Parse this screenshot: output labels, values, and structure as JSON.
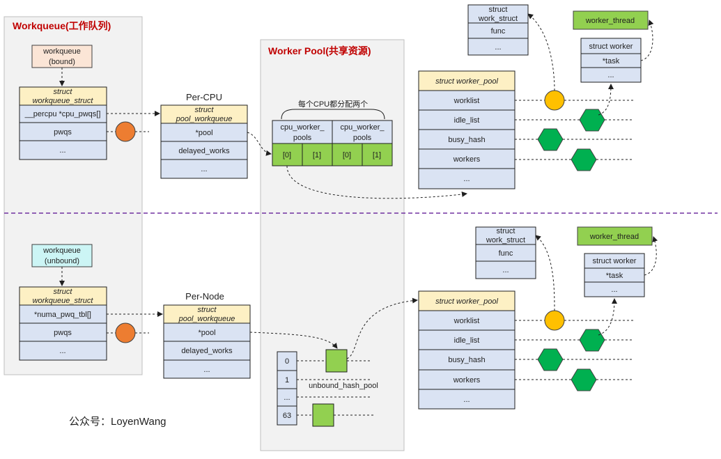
{
  "sections": {
    "workqueue": "Workqueue(工作队列)",
    "worker_pool": "Worker Pool(共享资源)"
  },
  "top": {
    "wq_tag": [
      "workqueue",
      "(bound)"
    ],
    "wq_struct": {
      "header": [
        "struct",
        "workqueue_struct"
      ],
      "rows": [
        "__percpu *cpu_pwqs[]",
        "pwqs",
        "..."
      ]
    },
    "per_cpu_label": "Per-CPU",
    "pwq": {
      "header": [
        "struct",
        "pool_workqueue"
      ],
      "rows": [
        "*pool",
        "delayed_works",
        "..."
      ]
    },
    "brace_label": "每个CPU都分配两个",
    "cpu_pools": {
      "headers": [
        [
          "cpu_worker_",
          "pools"
        ],
        [
          "cpu_worker_",
          "pools"
        ]
      ],
      "cells": [
        "[0]",
        "[1]",
        "[0]",
        "[1]"
      ]
    },
    "work_struct": {
      "header": [
        "struct",
        "work_struct"
      ],
      "rows": [
        "func",
        "..."
      ]
    },
    "worker_thread": "worker_thread",
    "worker": {
      "header": "struct worker",
      "rows": [
        "*task",
        "..."
      ]
    },
    "worker_pool": {
      "header": "struct worker_pool",
      "rows": [
        "worklist",
        "idle_list",
        "busy_hash",
        "workers",
        "..."
      ]
    }
  },
  "bottom": {
    "wq_tag": [
      "workqueue",
      "(unbound)"
    ],
    "wq_struct": {
      "header": [
        "struct",
        "workqueue_struct"
      ],
      "rows": [
        "*numa_pwq_tbl[]",
        "pwqs",
        "..."
      ]
    },
    "per_node_label": "Per-Node",
    "pwq": {
      "header": [
        "struct",
        "pool_workqueue"
      ],
      "rows": [
        "*pool",
        "delayed_works",
        "..."
      ]
    },
    "hash_indices": [
      "0",
      "1",
      "...",
      "63"
    ],
    "hash_label": "unbound_hash_pool",
    "work_struct": {
      "header": [
        "struct",
        "work_struct"
      ],
      "rows": [
        "func",
        "..."
      ]
    },
    "worker_thread": "worker_thread",
    "worker": {
      "header": "struct worker",
      "rows": [
        "*task",
        "..."
      ]
    },
    "worker_pool": {
      "header": "struct worker_pool",
      "rows": [
        "worklist",
        "idle_list",
        "busy_hash",
        "workers",
        "..."
      ]
    }
  },
  "footer": "公众号：LoyenWang",
  "colors": {
    "struct_header": "#fdf0c4",
    "struct_cell": "#dae3f3",
    "green": "#92d050",
    "orange_circle": "#ed7d31",
    "yellow_circle": "#ffc000",
    "hexagon": "#00b050",
    "section_title": "#c00000",
    "divider": "#7030a0",
    "bound_tag": "#fbe5d6",
    "unbound_tag": "#ccf5f5"
  }
}
